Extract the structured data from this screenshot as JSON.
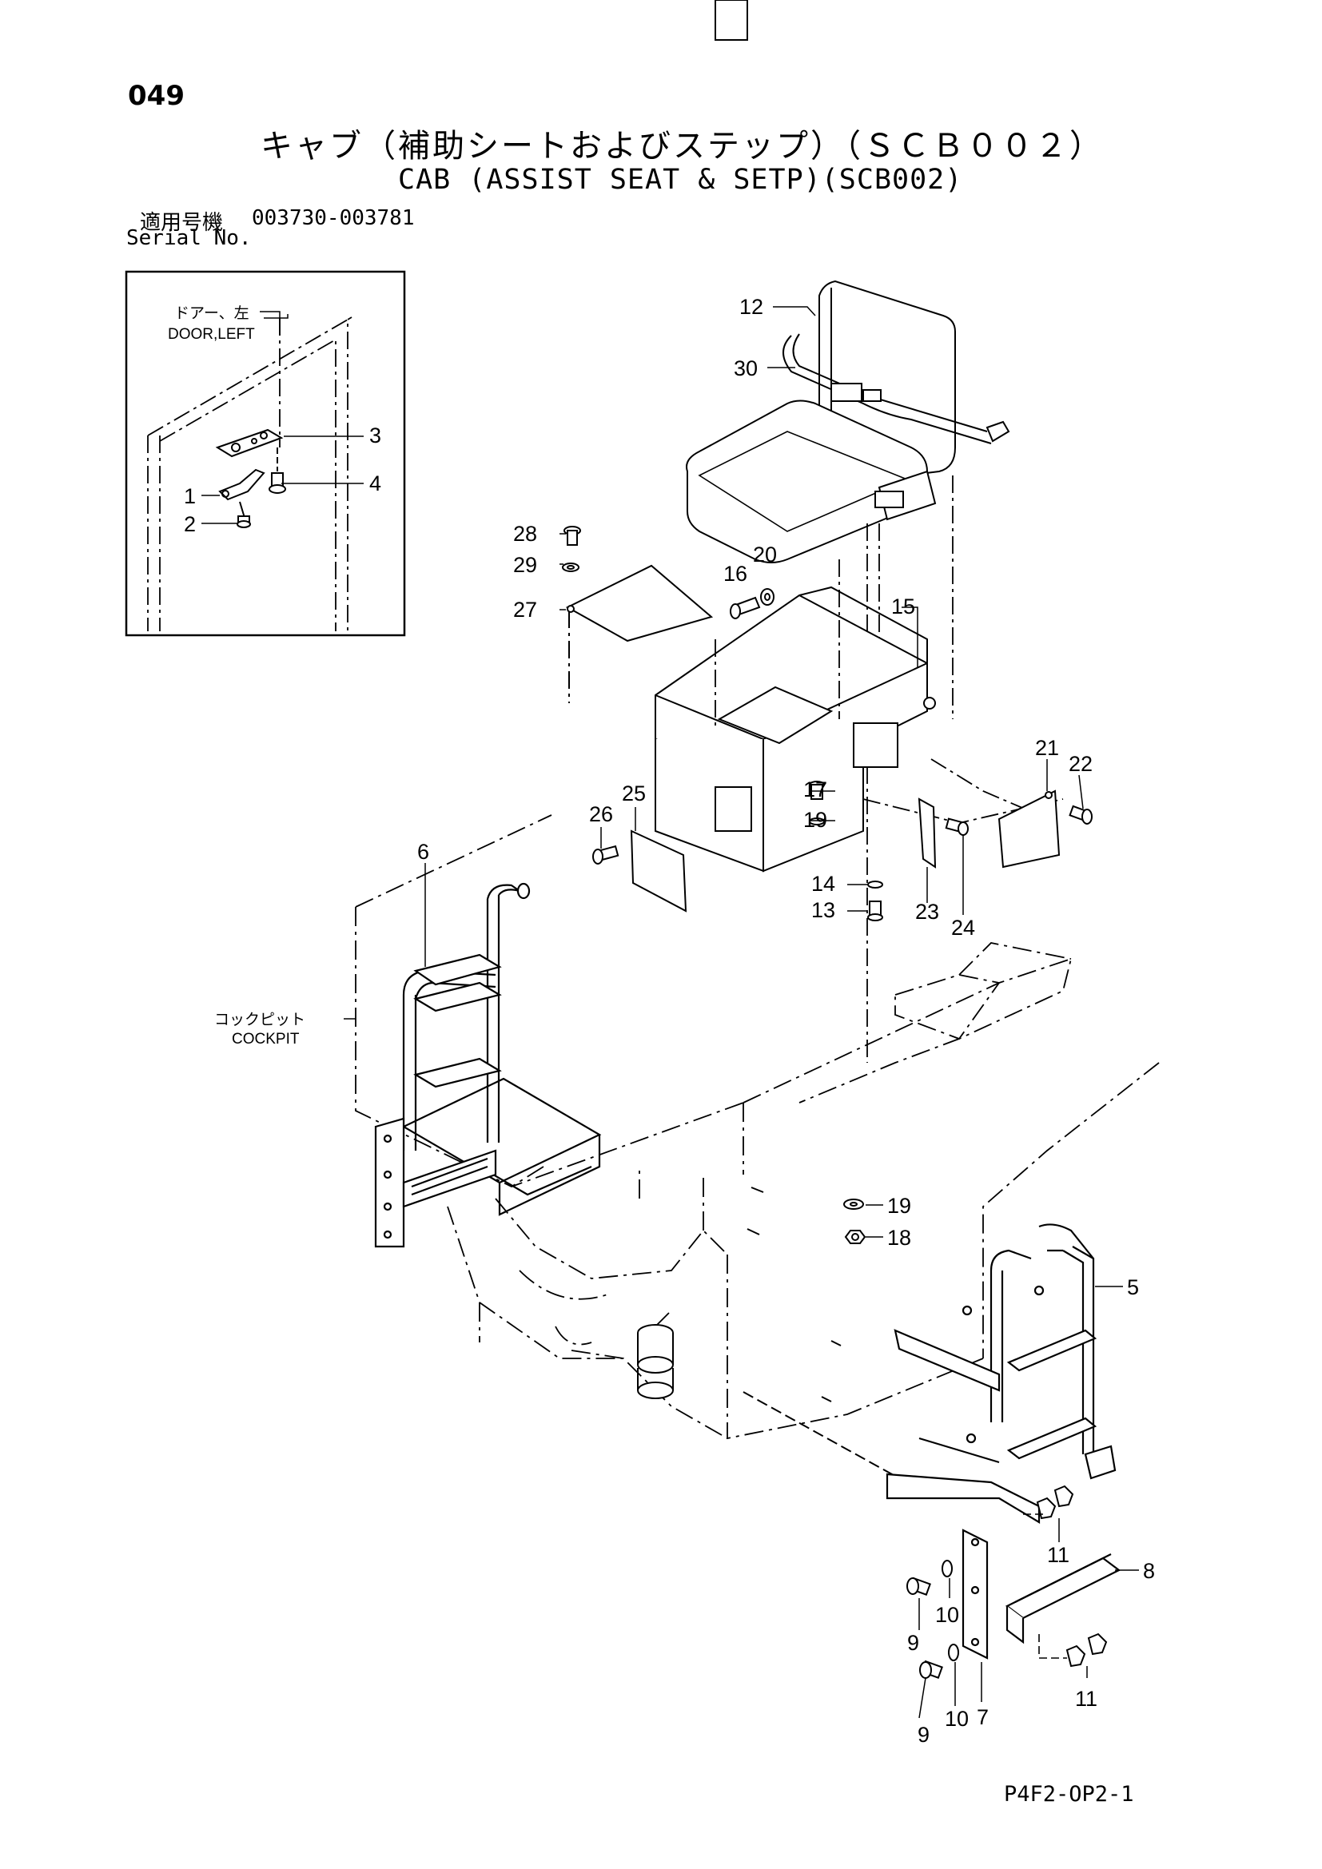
{
  "page": {
    "number": "049",
    "title_ja": "キャブ（補助シートおよびステップ）（ＳＣＢ００２）",
    "title_en": "CAB (ASSIST SEAT & SETP)(SCB002)",
    "serial_label_ja": "適用号機",
    "serial_range": "003730-003781",
    "serial_label_en": "Serial No.",
    "footer_code": "P4F2-OP2-1"
  },
  "inset": {
    "door_ja": "ドアー、左",
    "door_en": "DOOR,LEFT"
  },
  "cockpit": {
    "ja": "コックピット",
    "en": "COCKPIT"
  },
  "part_labels": {
    "p1": "1",
    "p2": "2",
    "p3": "3",
    "p4": "4",
    "p5": "5",
    "p6": "6",
    "p7": "7",
    "p8": "8",
    "p9a": "9",
    "p9b": "9",
    "p10a": "10",
    "p10b": "10",
    "p11a": "11",
    "p11b": "11",
    "p12": "12",
    "p13": "13",
    "p14": "14",
    "p15": "15",
    "p16": "16",
    "p17": "17",
    "p18": "18",
    "p19a": "19",
    "p19b": "19",
    "p20": "20",
    "p21": "21",
    "p22": "22",
    "p23": "23",
    "p24": "24",
    "p25": "25",
    "p26": "26",
    "p27": "27",
    "p28": "28",
    "p29": "29",
    "p30": "30"
  }
}
